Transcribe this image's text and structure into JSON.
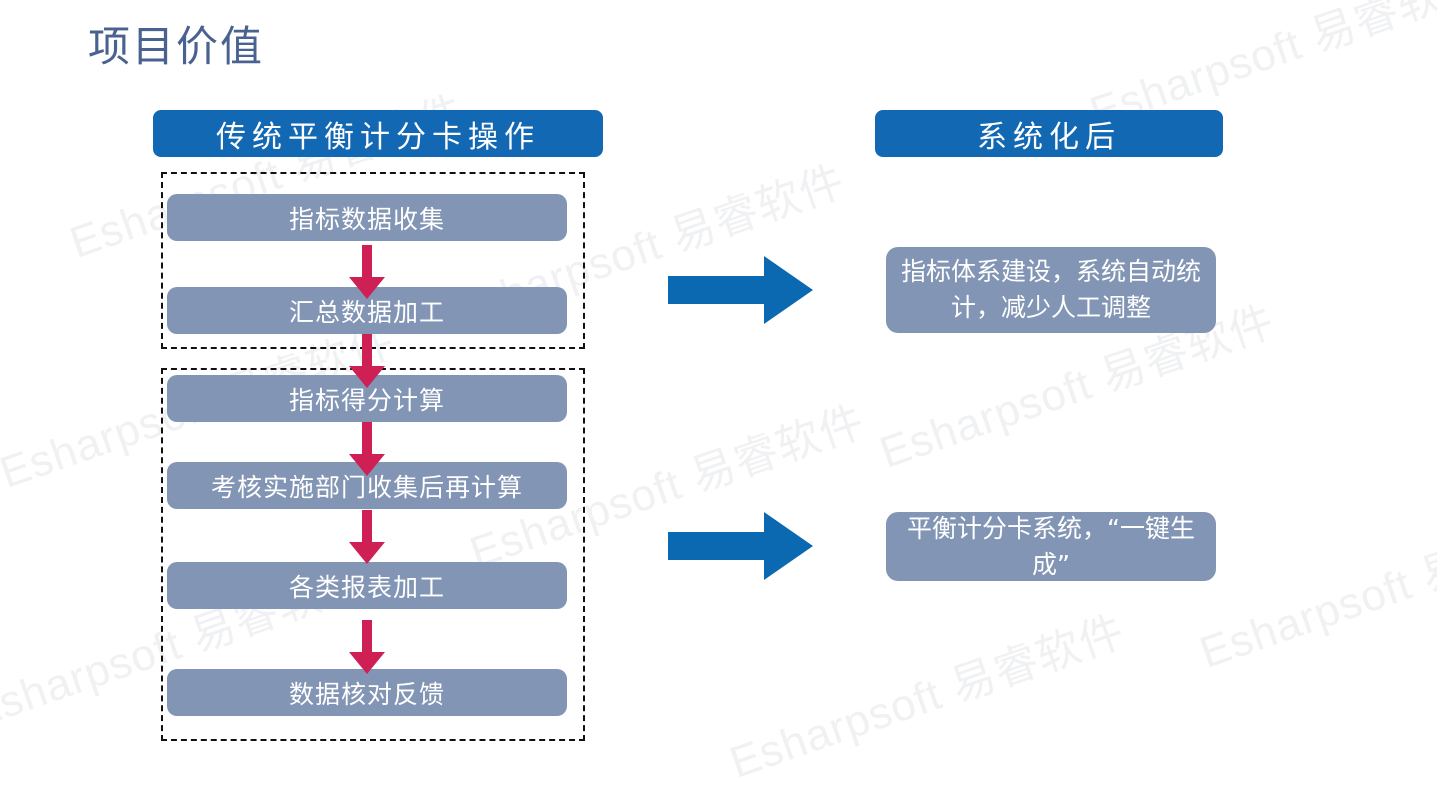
{
  "slide": {
    "title": "项目价值",
    "title_color": "#4a628f",
    "background": "#ffffff"
  },
  "colors": {
    "banner_blue": "#1268b3",
    "box_gray_blue": "#8295b4",
    "arrow_red": "#cf2055",
    "arrow_blue": "#0a69b0",
    "dashed_border": "#111111",
    "watermark": "#f0f1f3"
  },
  "banners": {
    "traditional": "传统平衡计分卡操作",
    "systemized": "系统化后"
  },
  "left_flow": {
    "groups": [
      {
        "name": "data-collection-group",
        "steps": [
          {
            "id": "collect-data",
            "label": "指标数据收集"
          },
          {
            "id": "aggregate",
            "label": "汇总数据加工"
          }
        ]
      },
      {
        "name": "calculation-group",
        "steps": [
          {
            "id": "score-calc",
            "label": "指标得分计算"
          },
          {
            "id": "dept-recalc",
            "label": "考核实施部门收集后再计算"
          },
          {
            "id": "reports",
            "label": "各类报表加工"
          },
          {
            "id": "verify",
            "label": "数据核对反馈"
          }
        ]
      }
    ]
  },
  "right_results": [
    {
      "id": "indicator-system",
      "label": "指标体系建设，系统自动统计，减少人工调整"
    },
    {
      "id": "one-click",
      "label": "平衡计分卡系统，“一键生成”"
    }
  ],
  "icons": {
    "arrow_down": "arrow-down-icon",
    "arrow_right": "arrow-right-icon"
  },
  "watermark": {
    "text": "Esharpsoft 易睿软件"
  }
}
